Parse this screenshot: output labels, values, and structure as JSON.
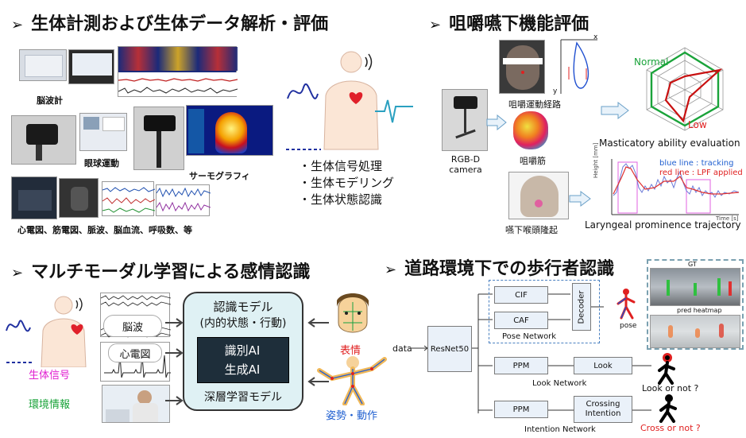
{
  "sections": {
    "bio": {
      "title": "生体計測および生体データ解析・評価",
      "labels": {
        "eeg": "脳波計",
        "eye": "眼球運動",
        "thermo": "サーモグラフィ",
        "signals": "心電図、筋電図、脈波、脳血流、呼吸数、等"
      },
      "bullets": [
        "・生体信号処理",
        "・生体モデリング",
        "・生体状態認識"
      ]
    },
    "swallow": {
      "title": "咀嚼嚥下機能評価",
      "labels": {
        "camera": "RGB-D camera",
        "path": "咀嚼運動経路",
        "muscle": "咀嚼筋",
        "larynx": "嚥下喉頭隆起",
        "normal": "Normal",
        "low": "Low",
        "mastic": "Masticatory ability evaluation",
        "legend_blue": "blue line : tracking",
        "legend_red": "red line : LPF applied",
        "ylabel": "Height [mm]",
        "xlabel": "Time [s]",
        "laryngeal": "Laryngeal prominence trajectory",
        "axis_x": "x",
        "axis_y": "y"
      }
    },
    "emotion": {
      "title": "マルチモーダル学習による感情認識",
      "labels": {
        "eeg": "脳波",
        "ecg": "心電図",
        "biosignal": "生体信号",
        "env": "環境情報",
        "model1": "認識モデル",
        "model2": "(内的状態・行動)",
        "ai1": "識別AI",
        "ai2": "生成AI",
        "deep": "深層学習モデル",
        "face": "表情",
        "pose": "姿勢・動作"
      }
    },
    "pedestrian": {
      "title": "道路環境下での歩行者認識",
      "labels": {
        "data": "data",
        "backbone": "ResNet50",
        "cif": "CIF",
        "caf": "CAF",
        "decoder": "Decoder",
        "pose": "pose",
        "pose_net": "Pose Network",
        "ppm1": "PPM",
        "look": "Look",
        "look_net": "Look Network",
        "look_q": "Look or not ?",
        "ppm2": "PPM",
        "crossing": "Crossing Intention",
        "int_net": "Intention Network",
        "cross_q": "Cross or not ?",
        "gt": "GT",
        "heatmap": "pred heatmap"
      }
    }
  },
  "colors": {
    "pink": "#e020d0",
    "green": "#1aa33a",
    "red": "#e02020",
    "blue": "#1f5fd0",
    "box_fill": "#eaf1f9",
    "rounded_fill": "#dff1f4"
  }
}
